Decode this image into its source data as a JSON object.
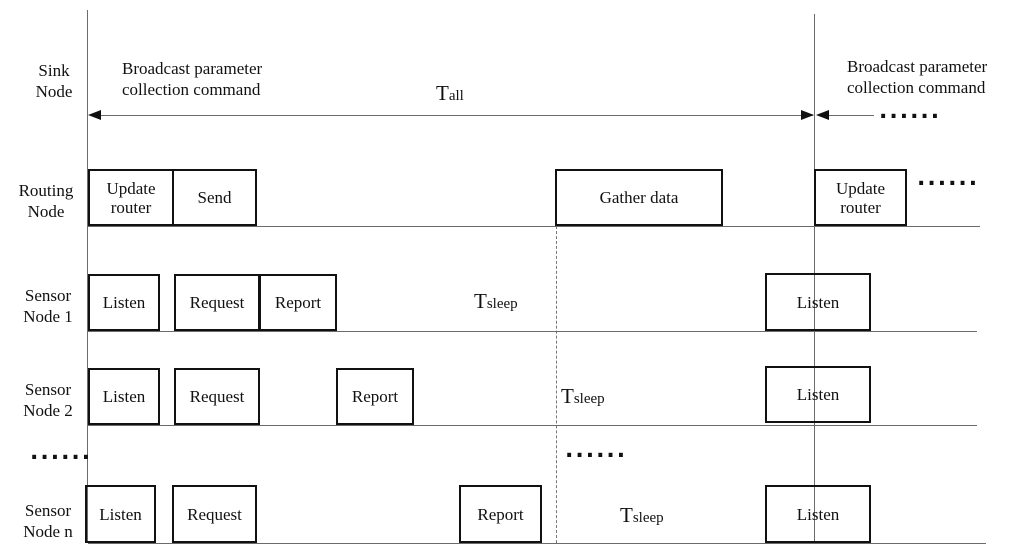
{
  "figure": {
    "rows": {
      "sink": {
        "label": "Sink\nNode"
      },
      "routing": {
        "label": "Routing\nNode"
      },
      "sensor1": {
        "label": "Sensor\nNode 1"
      },
      "sensor2": {
        "label": "Sensor\nNode 2"
      },
      "sensorn": {
        "label": "Sensor\nNode n"
      }
    },
    "annotations": {
      "broadcast_line1": "Broadcast parameter",
      "broadcast_line2": "collection command",
      "t_all": {
        "base": "T",
        "sub": "all"
      },
      "t_sleep": {
        "base": "T",
        "sub": "sleep"
      },
      "ellipsis": "......"
    },
    "boxes": {
      "update_router": "Update router",
      "send": "Send",
      "gather_data": "Gather data",
      "listen": "Listen",
      "request": "Request",
      "report": "Report"
    },
    "colors": {
      "line": "#6b6b6b",
      "box_border": "#111111",
      "text": "#111111"
    }
  }
}
